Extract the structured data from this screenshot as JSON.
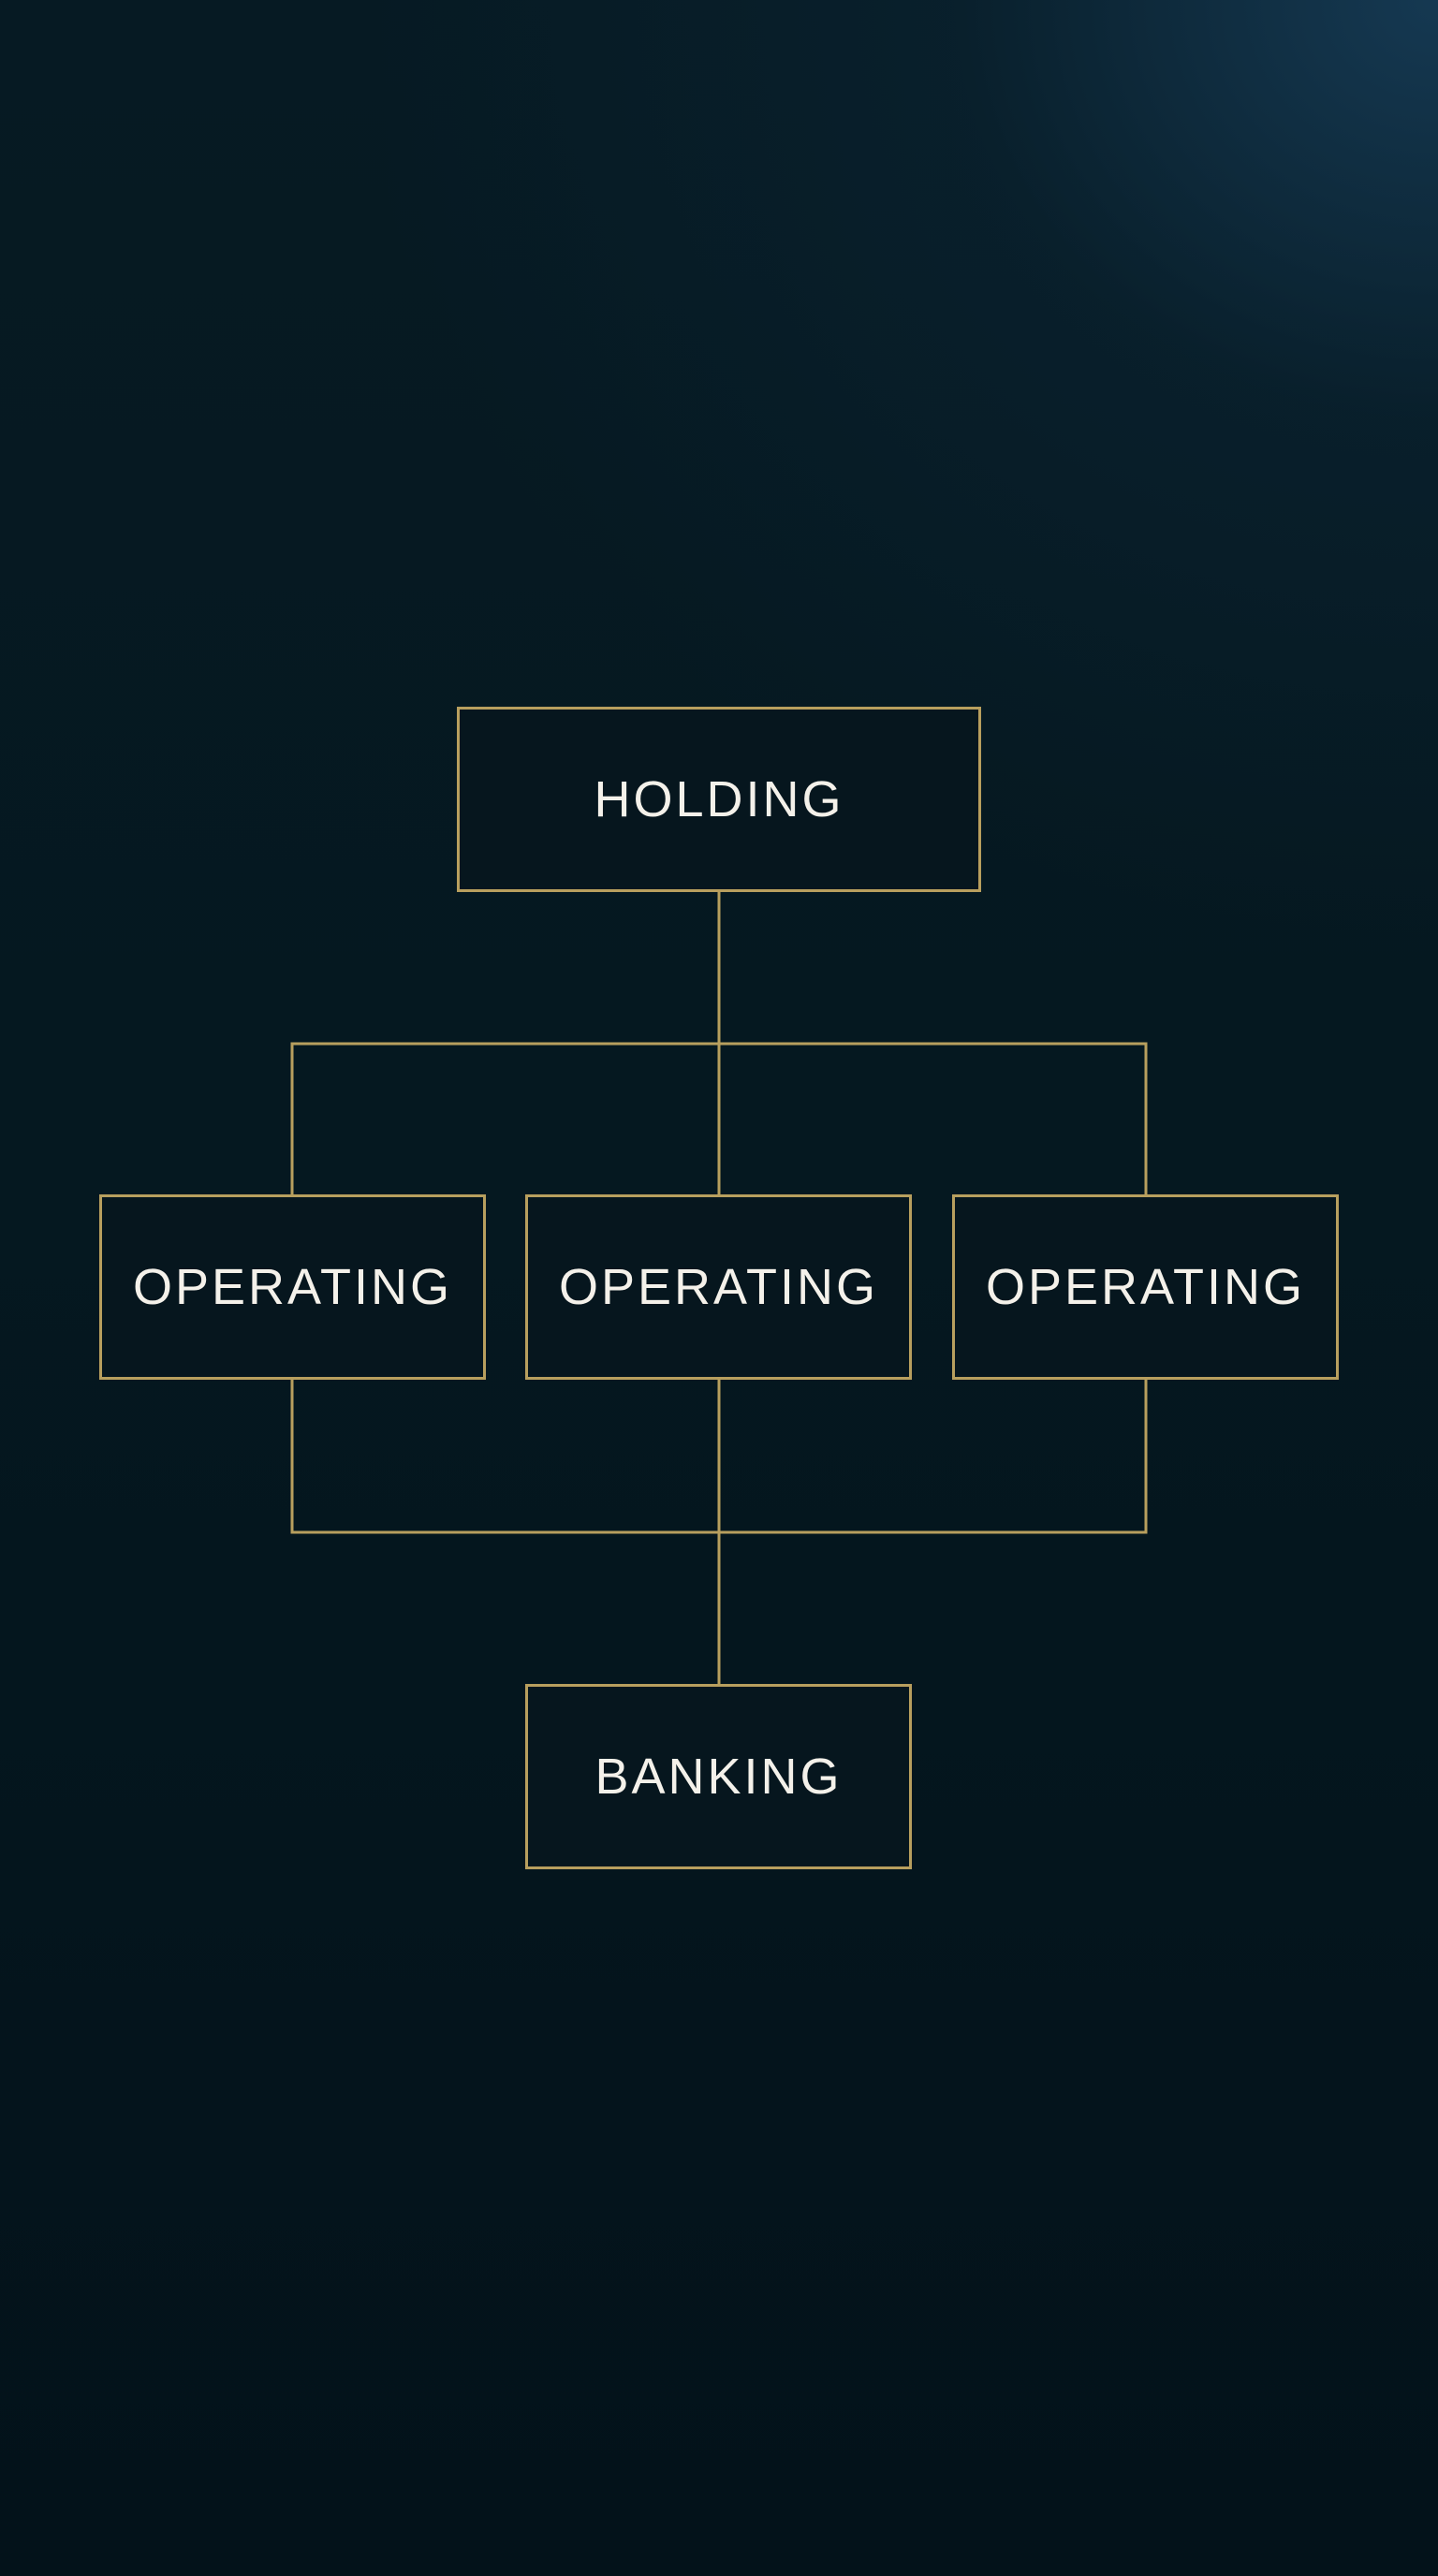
{
  "diagram": {
    "type": "org-structure",
    "colors": {
      "background": "#04131a",
      "line": "#b89f5e",
      "text": "#f4f1ea"
    },
    "nodes": {
      "holding": {
        "label": "HOLDING"
      },
      "operating": [
        {
          "label": "OPERATING"
        },
        {
          "label": "OPERATING"
        },
        {
          "label": "OPERATING"
        }
      ],
      "banking": {
        "label": "BANKING"
      }
    },
    "edges": [
      {
        "from": "holding",
        "to": "operating.0"
      },
      {
        "from": "holding",
        "to": "operating.1"
      },
      {
        "from": "holding",
        "to": "operating.2"
      },
      {
        "from": "operating.0",
        "to": "banking"
      },
      {
        "from": "operating.1",
        "to": "banking"
      },
      {
        "from": "operating.2",
        "to": "banking"
      }
    ]
  }
}
